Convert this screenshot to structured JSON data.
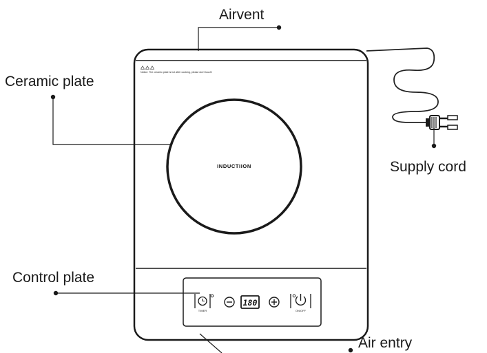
{
  "callouts": {
    "airvent": "Airvent",
    "ceramic_plate": "Ceramic plate",
    "supply_cord": "Supply cord",
    "control_plate": "Control plate",
    "air_entry": "Air entry"
  },
  "warning_text": "Notice: The ceramic plate is hot after cooking, please don't touch!",
  "brand_label": "INDUCTIION",
  "control_panel": {
    "timer_label": "TIMER",
    "display_value": "180",
    "onoff_label": "ON/OFF"
  },
  "colors": {
    "outline": "#1a1a1a",
    "background": "#ffffff"
  }
}
